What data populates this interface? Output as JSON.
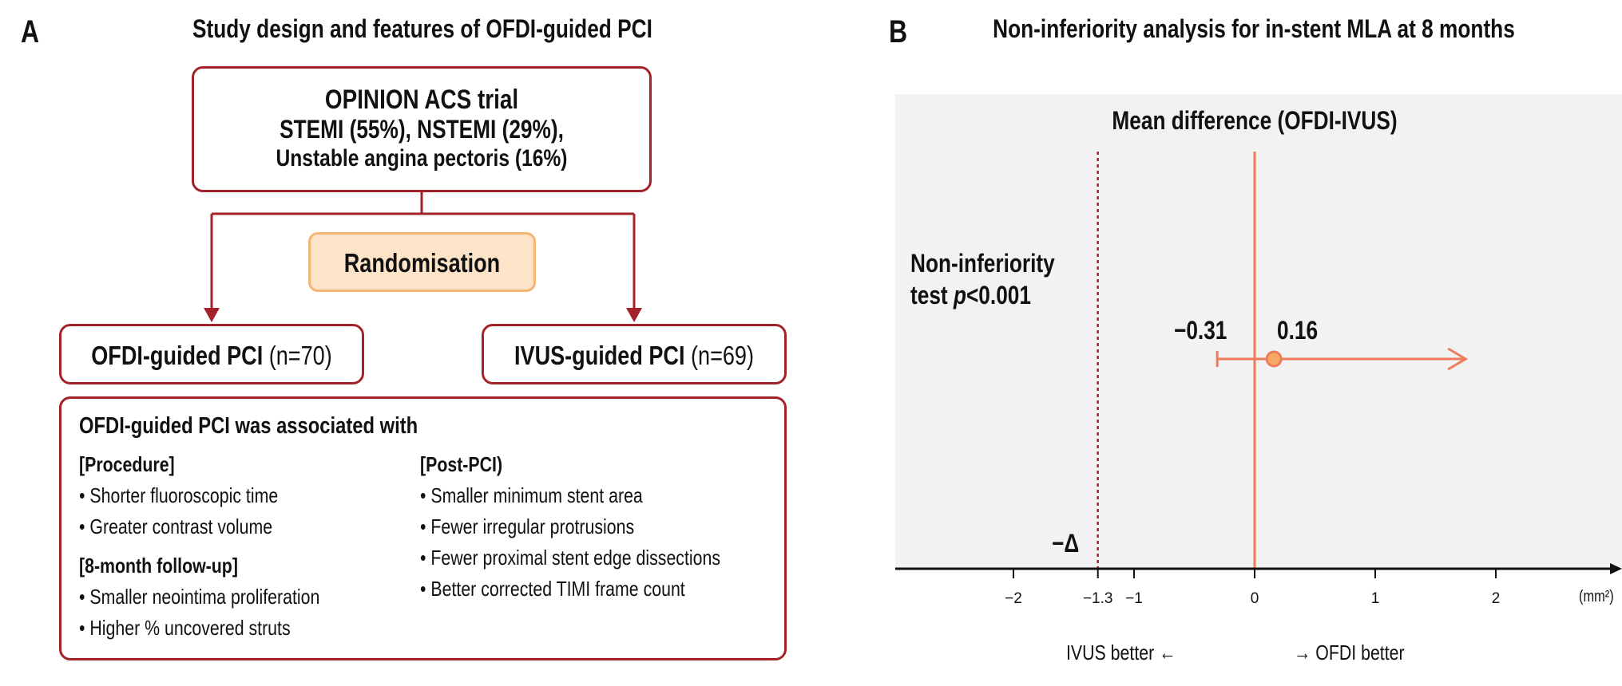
{
  "panel_a": {
    "letter": "A",
    "title": "Study design and features of OFDI-guided PCI",
    "trial": {
      "line1": "OPINION ACS trial",
      "line2": "STEMI (55%), NSTEMI (29%),",
      "line3": "Unstable angina pectoris (16%)"
    },
    "randomisation": "Randomisation",
    "arm_ofdi": {
      "name": "OFDI-guided PCI",
      "n": "(n=70)"
    },
    "arm_ivus": {
      "name": "IVUS-guided PCI",
      "n": "(n=69)"
    },
    "features": {
      "heading": "OFDI-guided PCI was associated with",
      "procedure_title": "[Procedure]",
      "procedure_items": [
        "Shorter fluoroscopic time",
        "Greater contrast volume"
      ],
      "followup_title": "[8-month follow-up]",
      "followup_items": [
        "Smaller neointima proliferation",
        "Higher % uncovered struts"
      ],
      "postpci_title": "[Post-PCI)",
      "postpci_items": [
        "Smaller minimum stent area",
        "Fewer irregular protrusions",
        "Fewer proximal stent edge dissections",
        "Better corrected TIMI frame count"
      ]
    },
    "colors": {
      "border": "#a3232a",
      "rand_fill": "#fde3c8",
      "rand_border": "#f3b673"
    }
  },
  "panel_b": {
    "letter": "B",
    "title": "Non-inferiority analysis for in-stent MLA at 8 months",
    "plot_heading": "Mean difference (OFDI-IVUS)",
    "test_line1": "Non-inferiority",
    "test_line2_prefix": "test ",
    "test_line2_p": "p",
    "test_line2_suffix": "<0.001",
    "margin_label": "−Δ",
    "lower_ci_label": "−0.31",
    "point_label": "0.16",
    "unit_label": "(mm²)",
    "left_dir": "IVUS better ←",
    "right_dir": "→ OFDI better",
    "colors": {
      "estimate": "#f07b5b",
      "marker_fill": "#f6a865",
      "margin_line": "#a3232a",
      "background": "#f2f2f2"
    }
  },
  "chart_data": {
    "type": "scatter",
    "title": "Non-inferiority analysis for in-stent MLA at 8 months",
    "subtitle": "Mean difference (OFDI-IVUS)",
    "xlabel": "(mm²)",
    "x_ticks": [
      "−2",
      "−1.3",
      "−1",
      "0",
      "1",
      "2"
    ],
    "x_tick_values": [
      -2,
      -1.3,
      -1,
      0,
      1,
      2
    ],
    "xlim": [
      -3.0,
      3.0
    ],
    "point_estimate": 0.16,
    "ci_lower": -0.31,
    "ci_upper_open": true,
    "noninferiority_margin": -1.3,
    "reference_line": 0,
    "annotation": "Non-inferiority test p<0.001",
    "grid": false
  }
}
